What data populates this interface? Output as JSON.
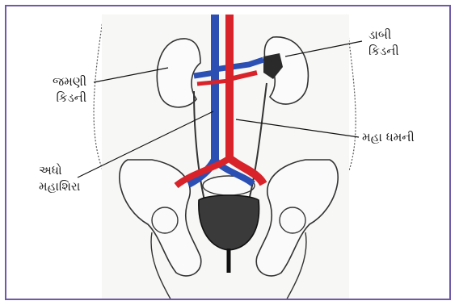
{
  "labels": {
    "right_kidney": [
      "જમણી",
      "કિડની"
    ],
    "left_kidney": [
      "ડાબી",
      "કિડની"
    ],
    "aorta": "મહા ધમની",
    "vena_cava": [
      "અધો",
      "મહાશિરા"
    ]
  },
  "colors": {
    "frame": "#6e5aa8",
    "artery": "#d8232a",
    "vein": "#2b4fb3",
    "outline": "#222222",
    "bladder": "#3a3a3a",
    "skin": "#f7f7f5"
  }
}
